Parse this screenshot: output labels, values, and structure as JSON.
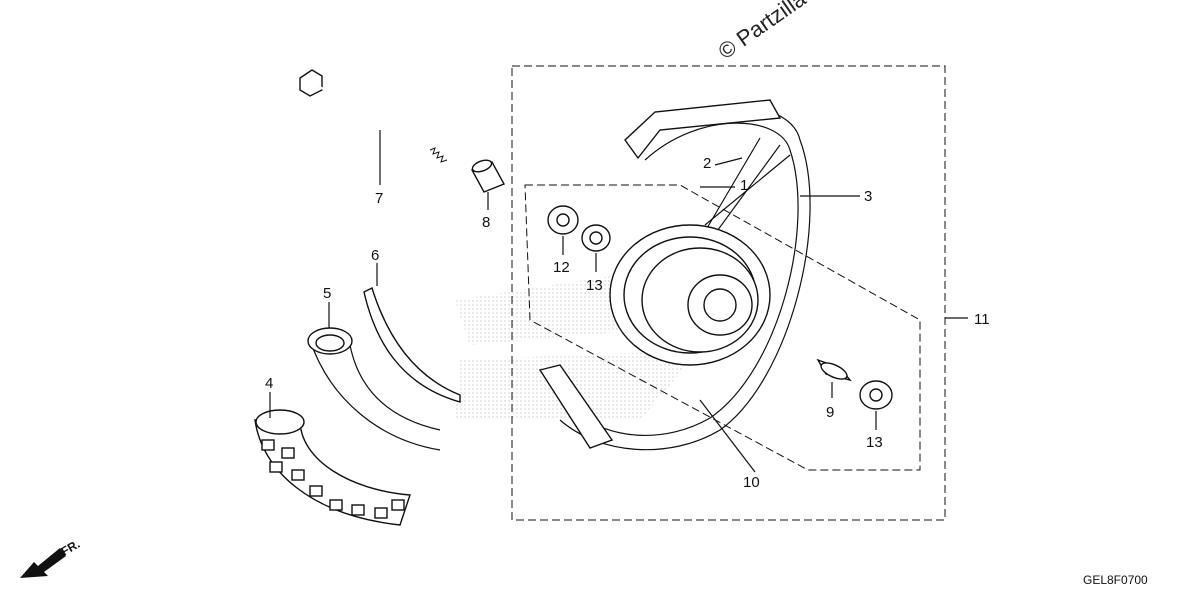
{
  "watermark": "© Partzilla",
  "diagram_code": "GEL8F0700",
  "front_indicator": "FR.",
  "callouts": {
    "c1": "1",
    "c2": "2",
    "c3": "3",
    "c4": "4",
    "c5": "5",
    "c6": "6",
    "c7": "7",
    "c8": "8",
    "c9": "9",
    "c10": "10",
    "c11": "11",
    "c12": "12",
    "c13a": "13",
    "c13b": "13"
  },
  "icons": {
    "front_arrow": "arrow-down-left-icon",
    "watermark_logo": "wing-logo-icon"
  }
}
